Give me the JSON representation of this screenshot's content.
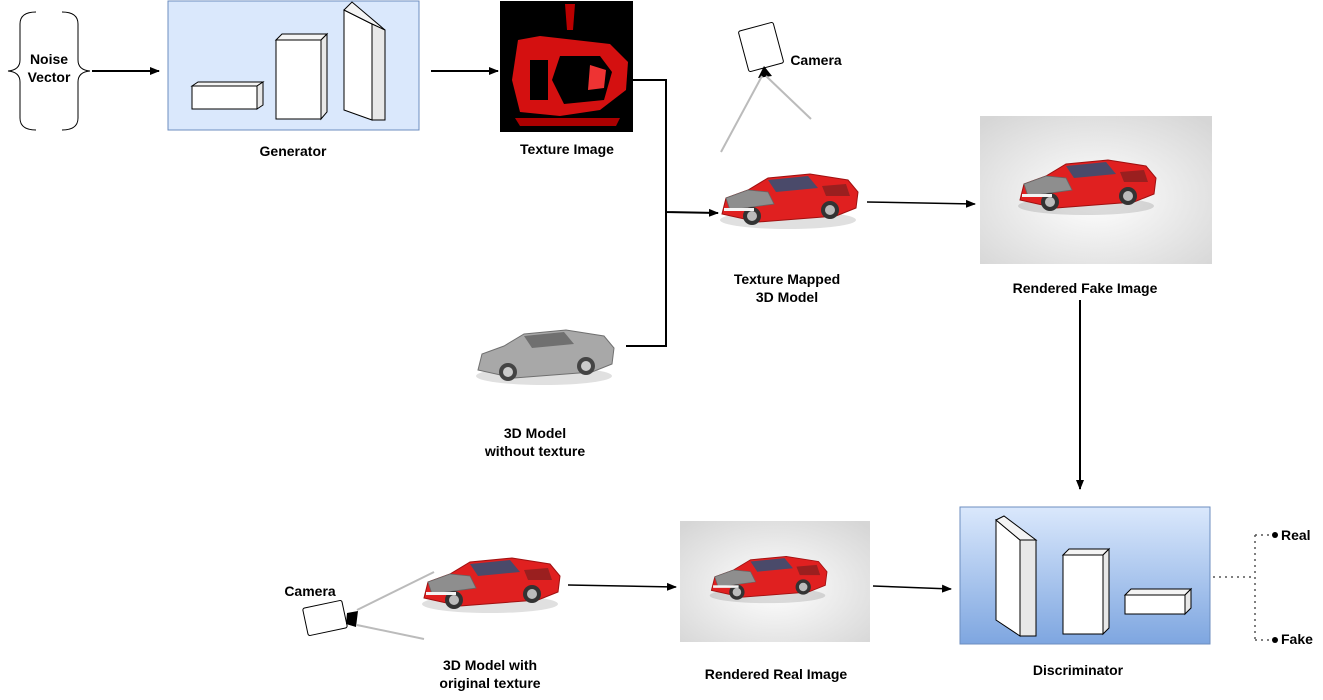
{
  "labels": {
    "noise_vector": "Noise\nVector",
    "generator": "Generator",
    "texture_image": "Texture Image",
    "camera_top": "Camera",
    "texture_mapped": "Texture Mapped\n3D Model",
    "rendered_fake": "Rendered Fake Image",
    "model_no_texture": "3D Model\nwithout texture",
    "camera_bottom": "Camera",
    "model_original": "3D Model with\noriginal texture",
    "rendered_real": "Rendered Real Image",
    "discriminator": "Discriminator",
    "out_real": "Real",
    "out_fake": "Fake"
  },
  "colors": {
    "generator_fill": "#dae8fc",
    "generator_stroke": "#6c8ebf",
    "car_red": "#e02020",
    "car_gray": "#9a9a9a"
  }
}
